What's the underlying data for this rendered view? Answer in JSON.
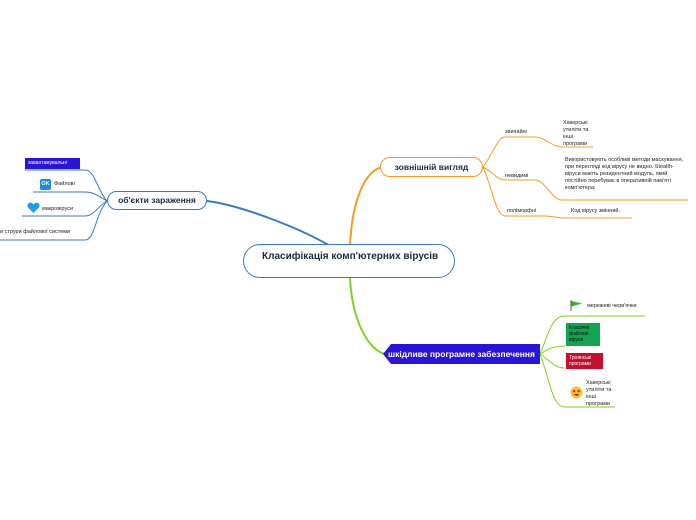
{
  "central": {
    "title": "Класифікація комп'ютерних вірусів"
  },
  "zovnishnii": {
    "title": "зовнішній вигляд",
    "children": [
      {
        "label": "звичайні",
        "note": "Хакерські утиліти та інші програми"
      },
      {
        "label": "невидимі",
        "note": "Використовують особливі методи маскування, при перегляді код вірусу не видно. Stealth-віруси мають резидентний модуль, який постійно перебуває в оперативній пам'яті комп'ютера;"
      },
      {
        "label": "поліморфні",
        "note": "Код вірусу змінний."
      }
    ]
  },
  "obiekty": {
    "title": "об'єкти зараження",
    "children": [
      {
        "label": "завантажувальні"
      },
      {
        "label": "Файлові",
        "icon": "ok-icon",
        "icon_text": "OK"
      },
      {
        "label": "макровіруси",
        "icon": "heart-icon"
      },
      {
        "label": "и струри файлової системи"
      }
    ]
  },
  "shkidlyve": {
    "title": "шкідливе програмне забезпечення",
    "children": [
      {
        "label": "мережеві черв'ячки",
        "icon": "flag-icon"
      },
      {
        "label": "Класичні файлові віруси"
      },
      {
        "label": "Троянські програми"
      },
      {
        "label": "Хакерські утиліти та інші програми",
        "icon": "smiley-icon"
      }
    ]
  },
  "colors": {
    "orange": "#f39c22",
    "blue": "#3a78c6",
    "green": "#7ed321",
    "indigo": "#2a14d6",
    "red": "#c20f2e",
    "darkgreen": "#14a351"
  }
}
